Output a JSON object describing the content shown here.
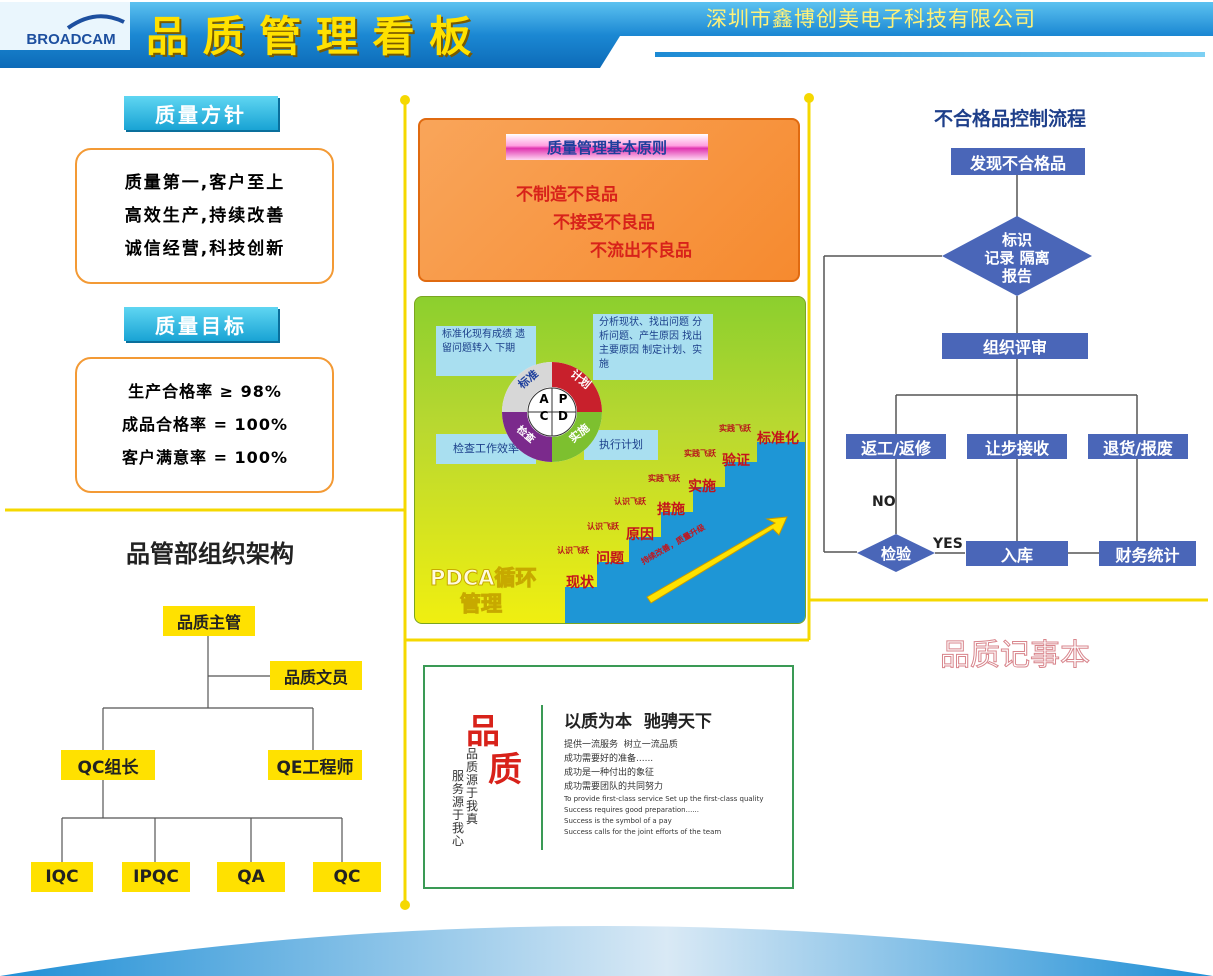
{
  "header": {
    "logo": "BROADCAM",
    "title": "品 质 管 理 看 板",
    "company": "深圳市鑫博创美电子科技有限公司"
  },
  "policy": {
    "tag": "质量方针",
    "lines": [
      "质量第一,客户至上",
      "高效生产,持续改善",
      "诚信经营,科技创新"
    ]
  },
  "target": {
    "tag": "质量目标",
    "lines": [
      "生产合格率 ≥ 98%",
      "成品合格率 = 100%",
      "客户满意率 = 100%"
    ]
  },
  "org": {
    "title": "品管部组织架构",
    "head": "品质主管",
    "clerk": "品质文员",
    "qc_leader": "QC组长",
    "qe": "QE工程师",
    "leaves": [
      "IQC",
      "IPQC",
      "QA",
      "QC"
    ]
  },
  "principles": {
    "title": "质量管理基本原则",
    "items": [
      "不制造不良品",
      "不接受不良品",
      "不流出不良品"
    ]
  },
  "pdca": {
    "note_tl": "标准化现有成绩 遗留问题转入 下期",
    "note_tr": "分析现状、找出问题 分析问题、产生原因 找出主要原因 制定计划、实施",
    "note_bl": "检查工作效率",
    "note_br": "执行计划",
    "letters": [
      "A",
      "P",
      "C",
      "D"
    ],
    "ring": [
      "标准",
      "计划",
      "检查",
      "实施"
    ],
    "steps": [
      "现状",
      "问题",
      "原因",
      "措施",
      "实施",
      "验证",
      "标准化"
    ],
    "step_tags": [
      "认识飞跃",
      "认识飞跃",
      "认识飞跃",
      "实践飞跃",
      "实践飞跃",
      "实践飞跃"
    ],
    "arrow_text": "持续改善，质量升级",
    "label_1": "PDCA循环",
    "label_2": "管理"
  },
  "motto": {
    "big1": "品",
    "big2": "质",
    "vert1": "品质源于我真",
    "vert2": "服务源于我心",
    "heading": "以质为本  驰骋天下",
    "cn": [
      "提供一流服务  树立一流品质",
      "成功需要好的准备......",
      "成功是一种付出的象征",
      "成功需要团队的共同努力"
    ],
    "en": [
      "To provide first-class service Set up the first-class quality",
      "Success requires good preparation......",
      "Success is the symbol of a pay",
      "Success calls for the joint efforts of the team"
    ]
  },
  "flow": {
    "title": "不合格品控制流程",
    "discover": "发现不合格品",
    "diamond": [
      "标识",
      "记录 隔离",
      "报告"
    ],
    "review": "组织评审",
    "rework": "返工/返修",
    "concession": "让步接收",
    "return": "退货/报废",
    "no": "NO",
    "inspect": "检验",
    "yes": "YES",
    "stock": "入库",
    "finance": "财务统计"
  },
  "notebook": {
    "title": "品质记事本"
  },
  "colors": {
    "header_blue": "#1f8fd6",
    "title_yellow": "#ffe100",
    "divider_yellow": "#f5d800",
    "flow_blue": "#4a66b8",
    "accent_red": "#d8221a"
  }
}
